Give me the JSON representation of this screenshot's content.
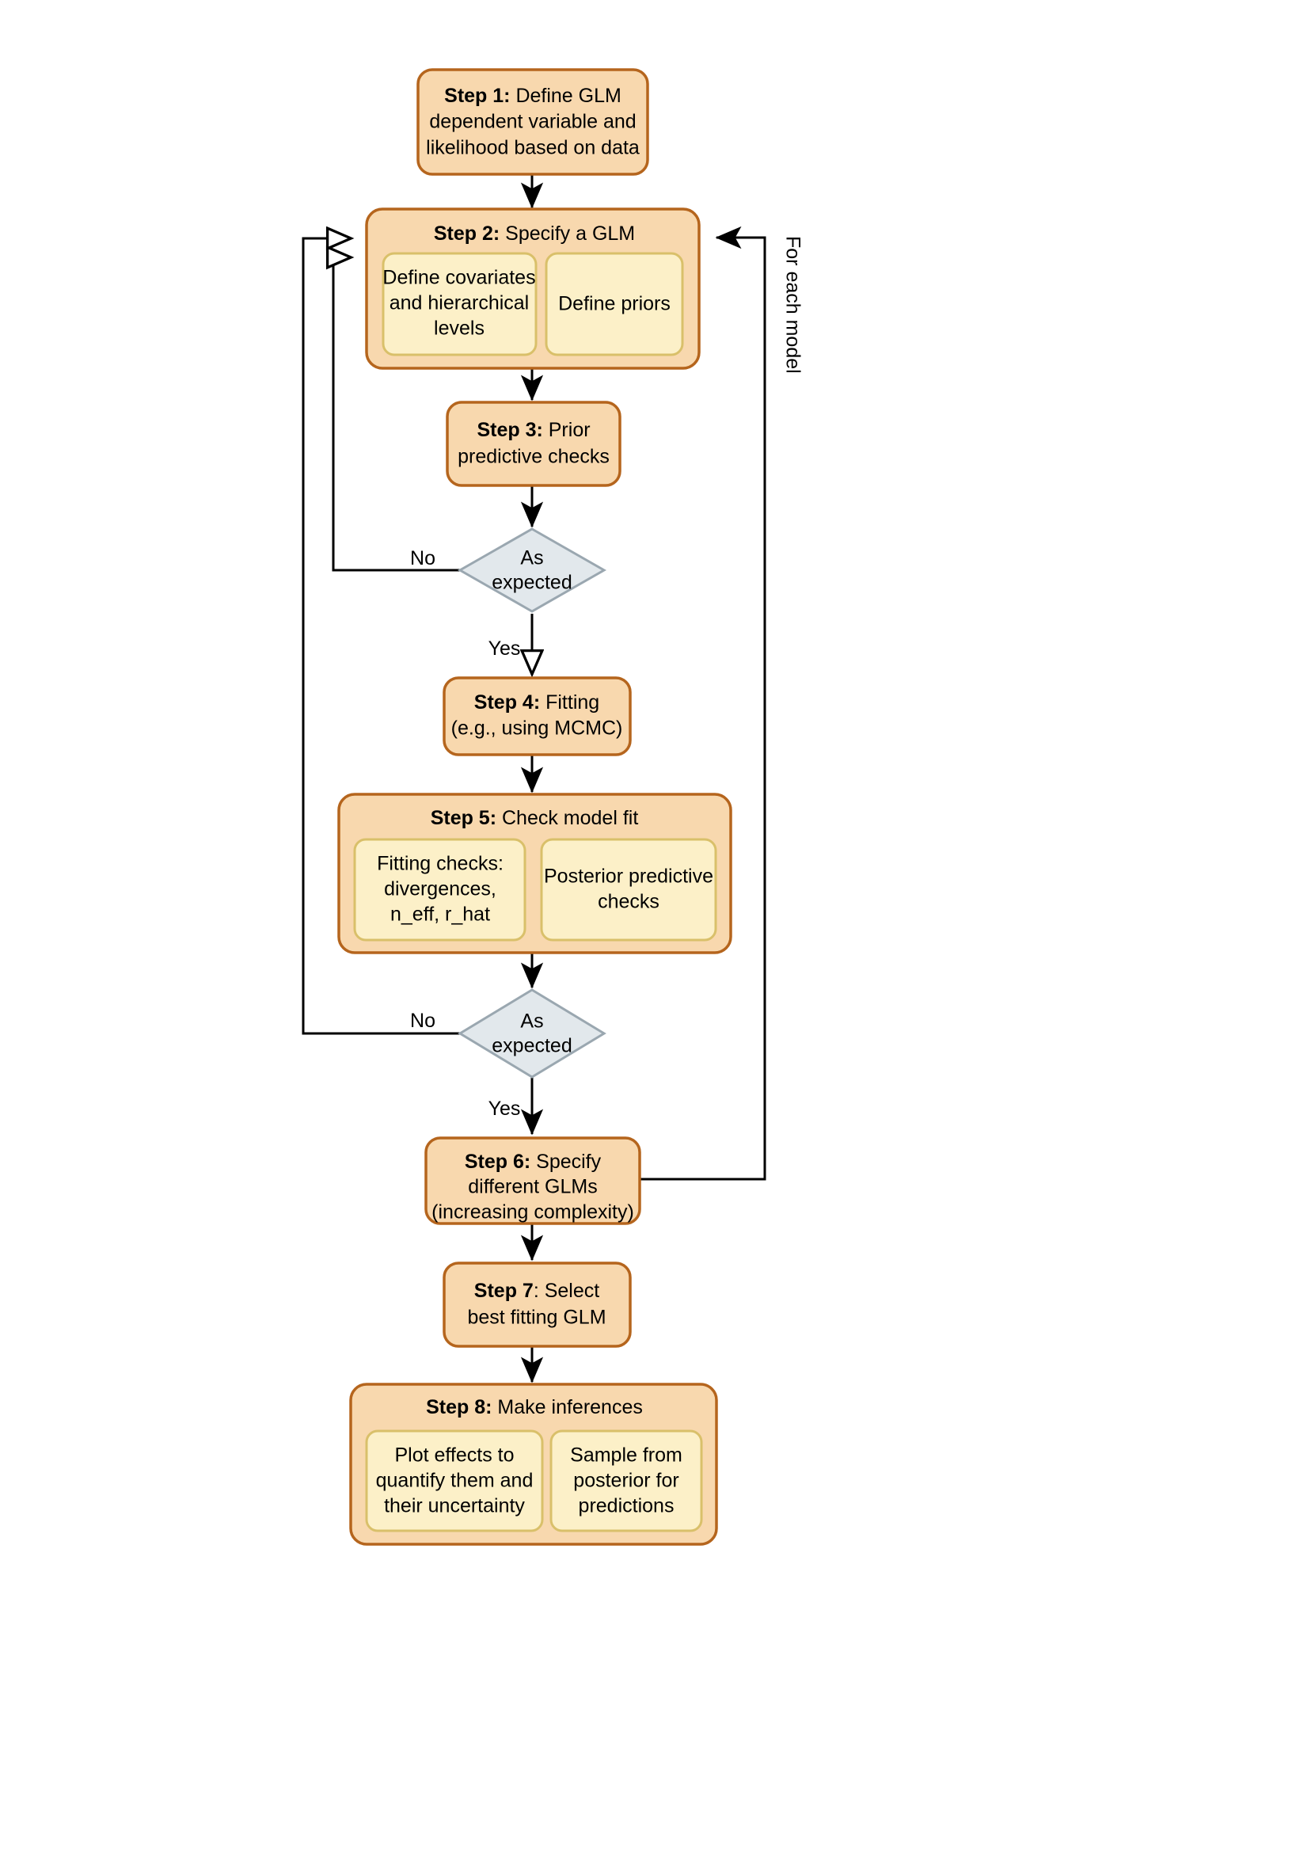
{
  "diagram": {
    "title": "Bayesian GLM workflow flowchart",
    "colors": {
      "outer_fill": "#f8d8ae",
      "outer_stroke": "#b5651d",
      "inner_fill": "#fcf0c8",
      "inner_stroke": "#d9c06a",
      "decision_fill": "#e2e8ec",
      "decision_stroke": "#9aa7b0",
      "line": "#000000",
      "background": "#ffffff"
    },
    "nodes": [
      {
        "id": "step1",
        "kind": "process",
        "label_bold": "Step 1:",
        "lines": [
          "Step 1: Define GLM",
          "dependent variable and",
          "likelihood based on data"
        ]
      },
      {
        "id": "step2",
        "kind": "group",
        "label_bold": "Step 2:",
        "header": "Step 2: Specify a GLM",
        "children": [
          {
            "id": "step2-sub1",
            "lines": [
              "Define covariates",
              "and hierarchical",
              "levels"
            ]
          },
          {
            "id": "step2-sub2",
            "lines": [
              "Define priors"
            ]
          }
        ]
      },
      {
        "id": "step3",
        "kind": "process",
        "label_bold": "Step 3:",
        "lines": [
          "Step 3: Prior",
          "predictive checks"
        ]
      },
      {
        "id": "decision1",
        "kind": "decision",
        "lines": [
          "As",
          "expected"
        ]
      },
      {
        "id": "step4",
        "kind": "process",
        "label_bold": "Step 4:",
        "lines": [
          "Step 4: Fitting",
          "(e.g., using MCMC)"
        ]
      },
      {
        "id": "step5",
        "kind": "group",
        "label_bold": "Step 5:",
        "header": "Step 5: Check model fit",
        "children": [
          {
            "id": "step5-sub1",
            "lines": [
              "Fitting checks:",
              "divergences,",
              "n_eff, r_hat"
            ]
          },
          {
            "id": "step5-sub2",
            "lines": [
              "Posterior predictive",
              "checks"
            ]
          }
        ]
      },
      {
        "id": "decision2",
        "kind": "decision",
        "lines": [
          "As",
          "expected"
        ]
      },
      {
        "id": "step6",
        "kind": "process",
        "label_bold": "Step 6:",
        "lines": [
          "Step 6: Specify",
          "different GLMs",
          "(increasing complexity)"
        ]
      },
      {
        "id": "step7",
        "kind": "process",
        "label_bold": "Step 7",
        "lines": [
          "Step 7: Select",
          "best fitting GLM"
        ]
      },
      {
        "id": "step8",
        "kind": "group",
        "label_bold": "Step 8:",
        "header": "Step 8: Make inferences",
        "children": [
          {
            "id": "step8-sub1",
            "lines": [
              "Plot effects to",
              "quantify them and",
              "their uncertainty"
            ]
          },
          {
            "id": "step8-sub2",
            "lines": [
              "Sample from",
              "posterior for",
              "predictions"
            ]
          }
        ]
      }
    ],
    "edge_labels": {
      "no_1": "No",
      "yes_1": "Yes",
      "no_2": "No",
      "yes_2": "Yes",
      "for_each_model": "For each model"
    },
    "text": {
      "step1_l1_bold": "Step 1:",
      "step1_l1_rest": " Define GLM",
      "step1_l2": "dependent variable and",
      "step1_l3": "likelihood based on data",
      "step2_hdr_bold": "Step 2:",
      "step2_hdr_rest": " Specify a GLM",
      "step2_a_l1": "Define covariates",
      "step2_a_l2": "and hierarchical",
      "step2_a_l3": "levels",
      "step2_b_l1": "Define priors",
      "step3_l1_bold": "Step 3:",
      "step3_l1_rest": " Prior",
      "step3_l2": "predictive checks",
      "dec1_l1": "As",
      "dec1_l2": "expected",
      "step4_l1_bold": "Step 4:",
      "step4_l1_rest": " Fitting",
      "step4_l2": "(e.g., using MCMC)",
      "step5_hdr_bold": "Step 5:",
      "step5_hdr_rest": " Check model fit",
      "step5_a_l1": "Fitting checks:",
      "step5_a_l2": "divergences,",
      "step5_a_l3": "n_eff, r_hat",
      "step5_b_l1": "Posterior predictive",
      "step5_b_l2": "checks",
      "dec2_l1": "As",
      "dec2_l2": "expected",
      "step6_l1_bold": "Step 6:",
      "step6_l1_rest": " Specify",
      "step6_l2": "different GLMs",
      "step6_l3": "(increasing complexity)",
      "step7_l1_bold": "Step 7",
      "step7_l1_rest": ": Select",
      "step7_l2": "best fitting GLM",
      "step8_hdr_bold": "Step 8:",
      "step8_hdr_rest": " Make inferences",
      "step8_a_l1": "Plot effects to",
      "step8_a_l2": "quantify them and",
      "step8_a_l3": "their uncertainty",
      "step8_b_l1": "Sample from",
      "step8_b_l2": "posterior for",
      "step8_b_l3": "predictions",
      "label_no_1": "No",
      "label_yes_1": "Yes",
      "label_no_2": "No",
      "label_yes_2": "Yes",
      "label_for_each_model": "For each model"
    }
  }
}
